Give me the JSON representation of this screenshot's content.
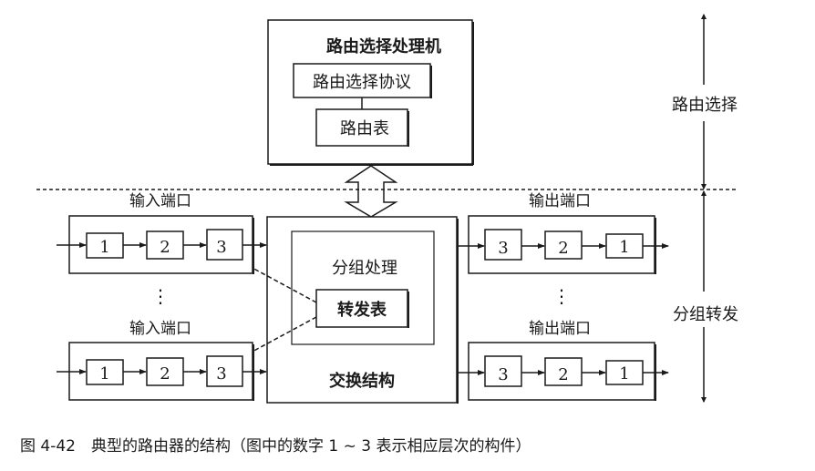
{
  "routing_processor": {
    "title": "路由选择处理机",
    "protocol": "路由选择协议",
    "table": "路由表"
  },
  "switch_fabric": {
    "title": "交换结构",
    "packet_processing": "分组处理",
    "forwarding_table": "转发表"
  },
  "input_ports": [
    {
      "label": "输入端口",
      "stages": [
        "1",
        "2",
        "3"
      ]
    },
    {
      "label": "输入端口",
      "stages": [
        "1",
        "2",
        "3"
      ]
    }
  ],
  "output_ports": [
    {
      "label": "输出端口",
      "stages": [
        "3",
        "2",
        "1"
      ]
    },
    {
      "label": "输出端口",
      "stages": [
        "3",
        "2",
        "1"
      ]
    }
  ],
  "ellipsis": "⋮",
  "side_labels": {
    "routing": "路由选择",
    "forwarding": "分组转发"
  },
  "caption": "图 4-42　典型的路由器的结构（图中的数字 1 ~ 3 表示相应层次的构件）"
}
